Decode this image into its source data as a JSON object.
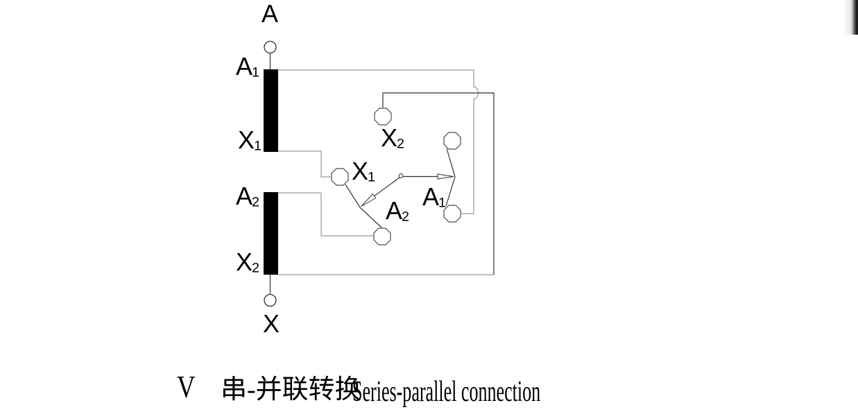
{
  "diagram": {
    "terminal_top": "A",
    "terminal_bottom": "X",
    "winding1": {
      "start": {
        "main": "A",
        "sub": "1"
      },
      "end": {
        "main": "X",
        "sub": "1"
      }
    },
    "winding2": {
      "start": {
        "main": "A",
        "sub": "2"
      },
      "end": {
        "main": "X",
        "sub": "2"
      }
    },
    "switch_contacts": {
      "x2": {
        "main": "X",
        "sub": "2"
      },
      "x1": {
        "main": "X",
        "sub": "1"
      },
      "a2": {
        "main": "A",
        "sub": "2"
      },
      "a1": {
        "main": "A",
        "sub": "1"
      }
    }
  },
  "caption": {
    "numeral": "V",
    "title_zh": "串-并联转换",
    "title_en": "Series-parallel connection"
  },
  "colors": {
    "background": "#ffffff",
    "ink": "#000000",
    "wire_gray": "#979797",
    "wire_dark": "#2f2f2f"
  }
}
